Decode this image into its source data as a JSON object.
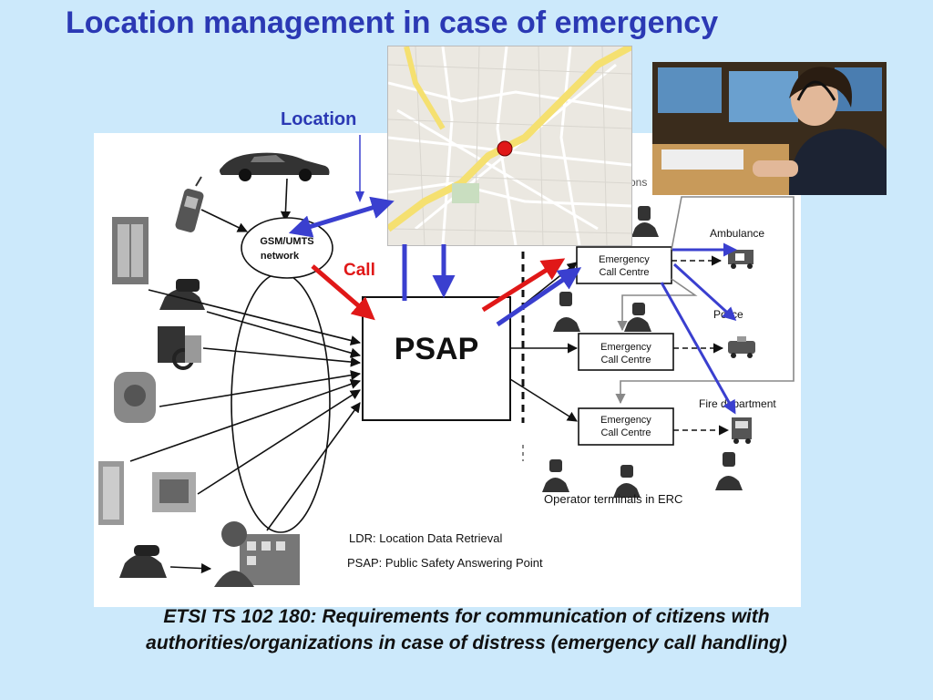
{
  "slide": {
    "title": "Location management in case of emergency",
    "location_label": "Location",
    "caption": "ETSI TS 102 180: Requirements for communication of citizens with authorities/organizations in case of distress (emergency call handling)"
  },
  "diagram": {
    "network_label_1": "GSM/UMTS",
    "network_label_2": "network",
    "call_label": "Call",
    "psap_label": "PSAP",
    "ecc": [
      {
        "line1": "Emergency",
        "line2": "Call Centre"
      },
      {
        "line1": "Emergency",
        "line2": "Call Centre"
      },
      {
        "line1": "Emergency",
        "line2": "Call Centre"
      }
    ],
    "responders": {
      "ambulance": "Ambulance",
      "police": "Police",
      "fire": "Fire department"
    },
    "partial_label": "ons",
    "operator_terminals": "Operator terminals in ERC",
    "legend_ldr": "LDR: Location Data Retrieval",
    "legend_psap": "PSAP: Public Safety Answering Point"
  },
  "colors": {
    "title": "#2b39b4",
    "background": "#cce9fb",
    "blue_arrow": "#3a3fcf",
    "red_arrow": "#e01818"
  }
}
